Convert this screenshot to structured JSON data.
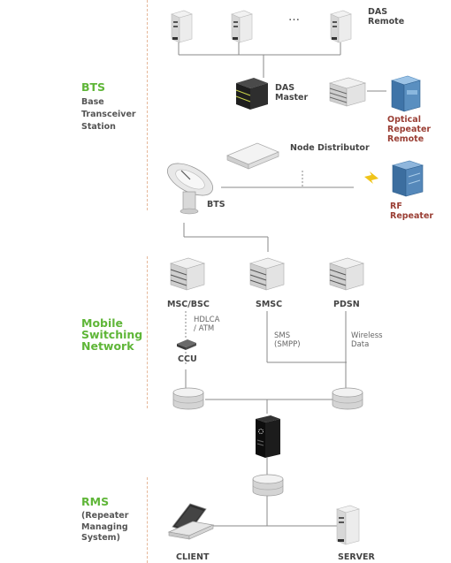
{
  "sections": {
    "bts": {
      "title": "BTS",
      "subtitle_lines": [
        "Base",
        "Transceiver",
        "Station"
      ]
    },
    "msn": {
      "title_lines": [
        "Mobile",
        "Switching",
        "Network"
      ]
    },
    "rms": {
      "title": "RMS",
      "subtitle_lines": [
        "(Repeater",
        "Managing",
        "System)"
      ]
    }
  },
  "labels": {
    "das_remote": [
      "DAS",
      "Remote"
    ],
    "ellipsis": "…",
    "das_master": [
      "DAS",
      "Master"
    ],
    "optical_repeater_remote": [
      "Optical",
      "Repeater",
      "Remote"
    ],
    "node_distributor": "Node Distributor",
    "rf_repeater": [
      "RF",
      "Repeater"
    ],
    "bts": "BTS",
    "msc_bsc": "MSC∕BSC",
    "smsc": "SMSC",
    "pdsn": "PDSN",
    "hdlca": [
      "HDLCA",
      "/ ATM"
    ],
    "sms_smpp": [
      "SMS",
      "(SMPP)"
    ],
    "wireless_data": [
      "Wireless",
      "Data"
    ],
    "ccu": "CCU",
    "client": "CLIENT",
    "server": "SERVER"
  },
  "colors": {
    "section_title": "#5fb638",
    "section_subtitle": "#555555",
    "label": "#444444",
    "label_highlight": "#9a3e34",
    "connector": "#8a8a8a",
    "divider": "#e6b89a",
    "repeater_blue": "#5a8fc0",
    "lightning": "#f0c419"
  },
  "icons": [
    "server-tower-icon",
    "rack-server-icon",
    "das-master-icon",
    "optical-repeater-icon",
    "node-distributor-icon",
    "lightning-icon",
    "rf-repeater-icon",
    "satellite-dish-icon",
    "ccu-icon",
    "database-icon",
    "black-server-icon",
    "laptop-icon"
  ]
}
